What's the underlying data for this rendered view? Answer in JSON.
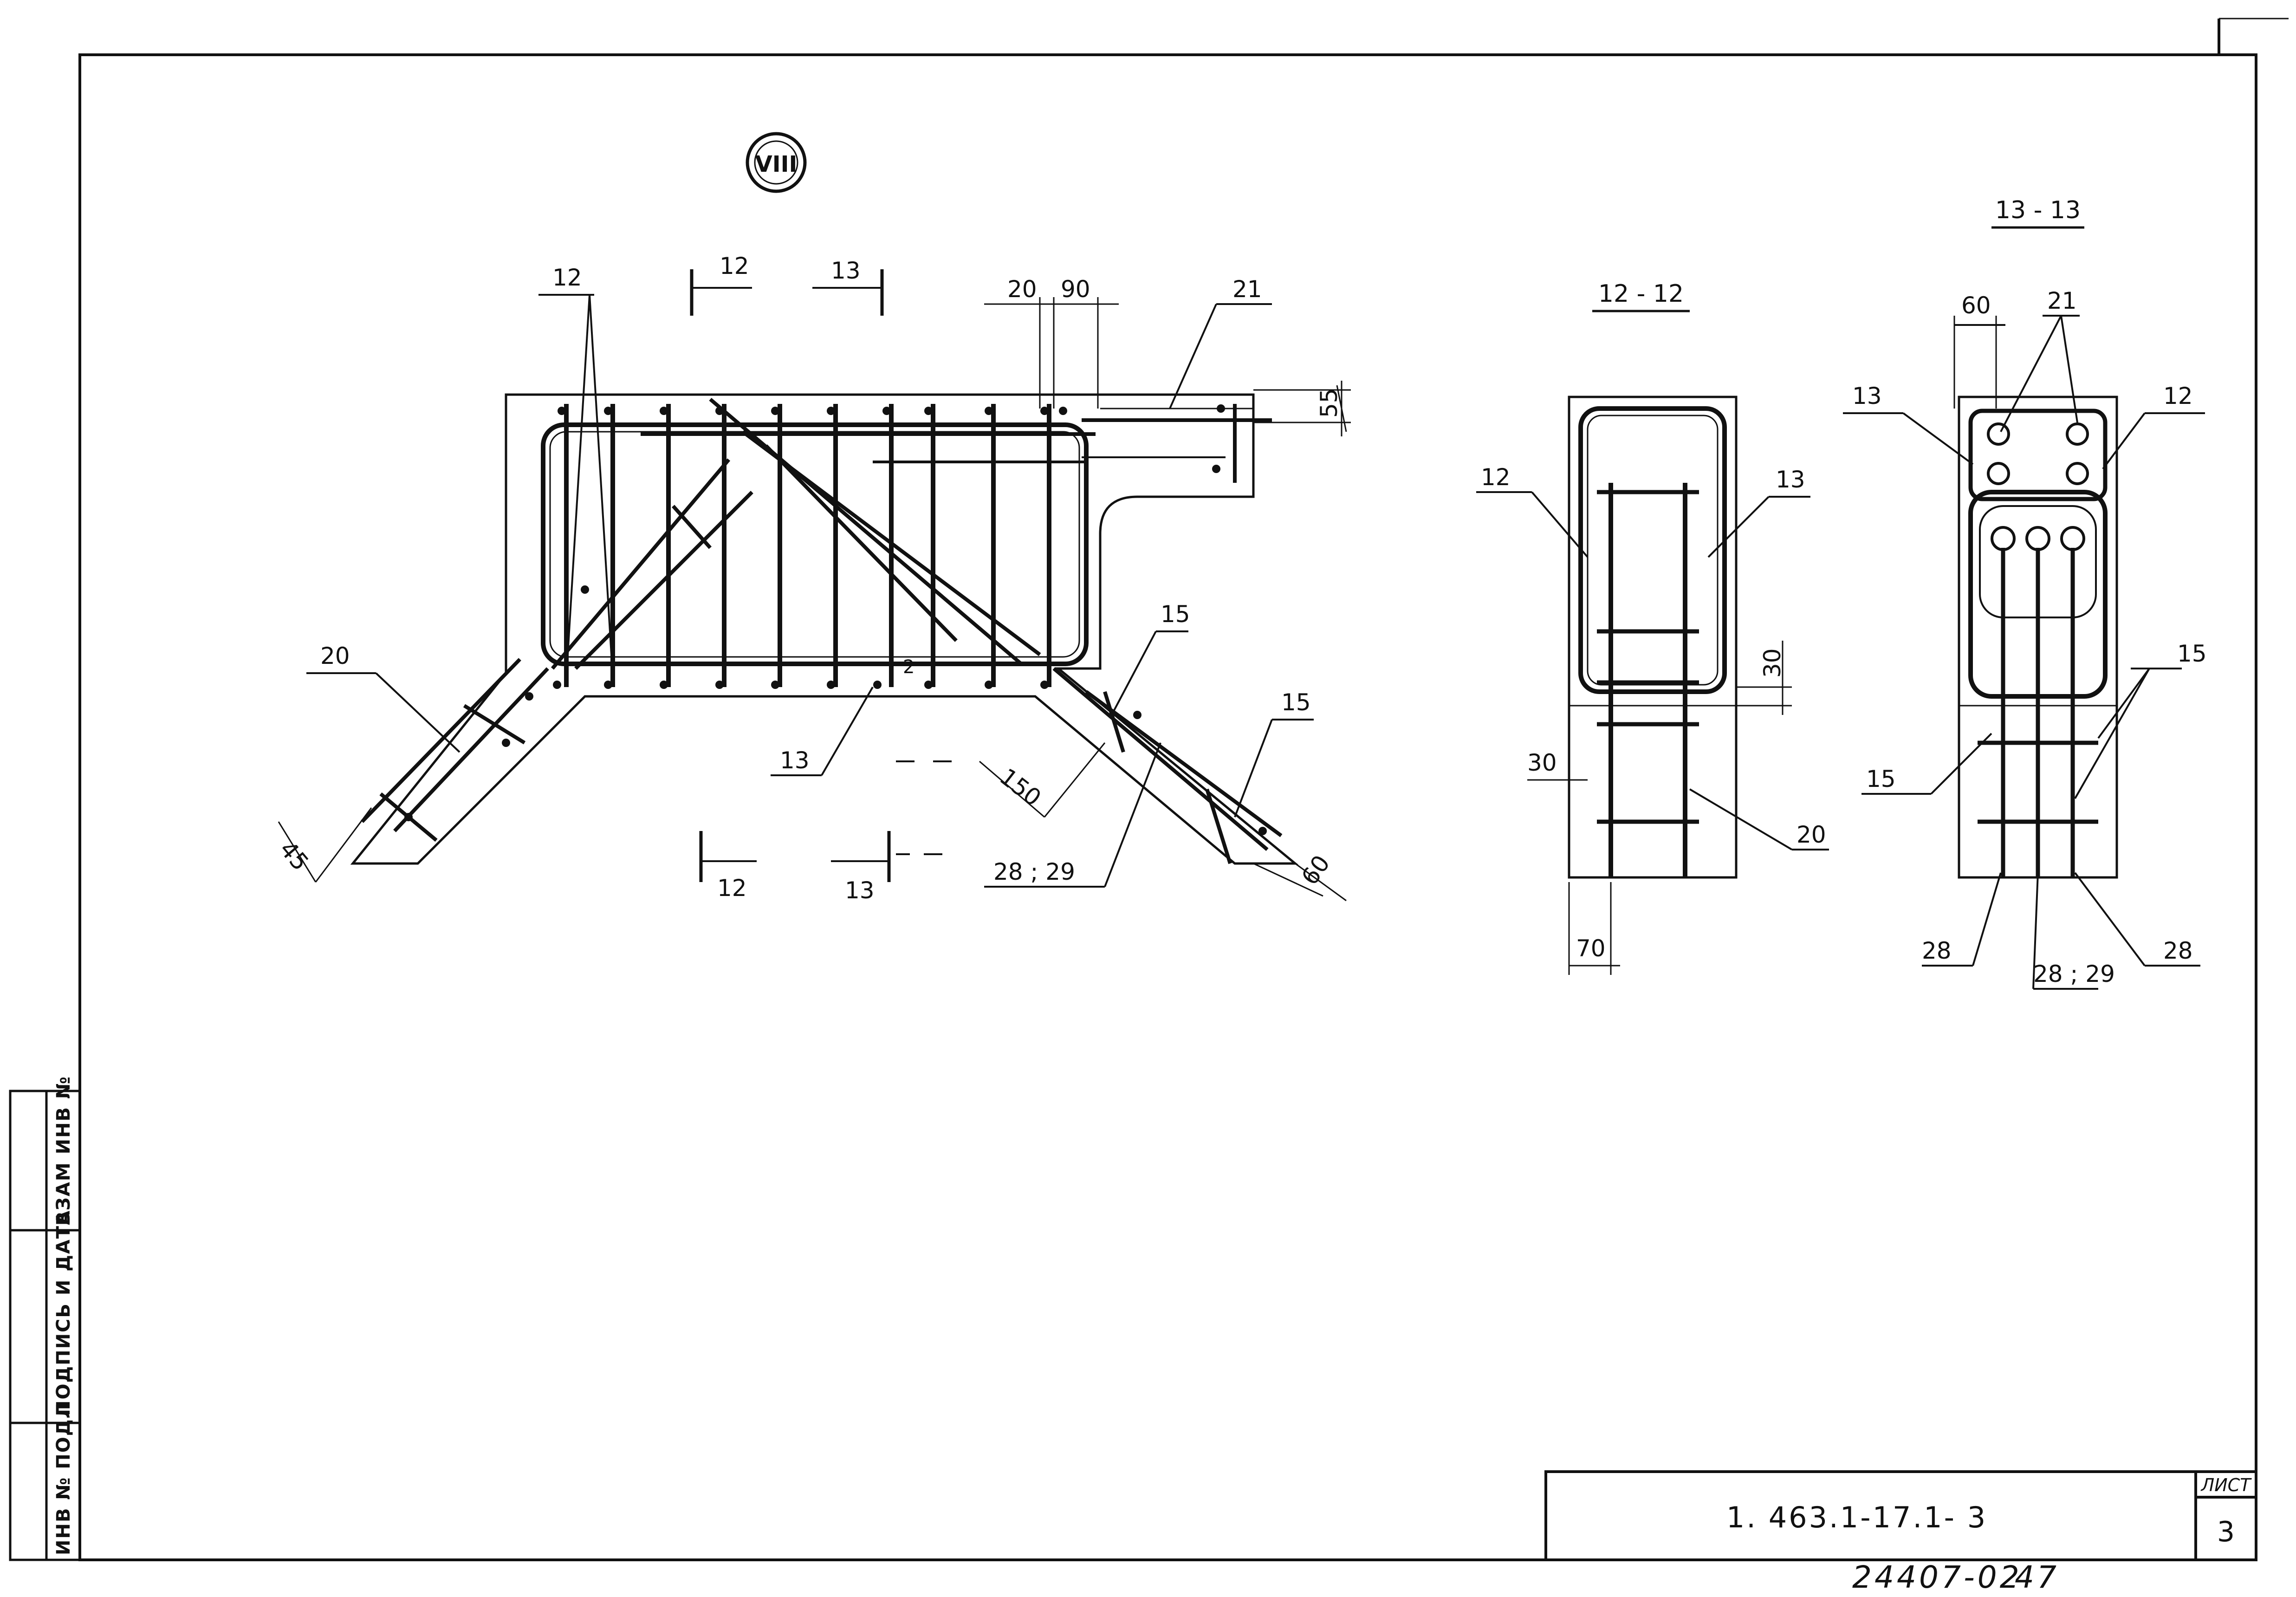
{
  "drawing": {
    "view_mark": "VIII",
    "main": {
      "labels": {
        "pos12": "12",
        "pos13": "13",
        "pos15a": "15",
        "pos15b": "15",
        "pos20": "20",
        "pos21": "21",
        "pos28_29": "28 ; 29",
        "cut12_top": "12",
        "cut13_top": "13",
        "cut12_bottom": "12",
        "cut13_bottom": "13",
        "stray": "2"
      },
      "dimensions": {
        "d20": "20",
        "d90": "90",
        "d55": "55",
        "d45": "45",
        "d150": "150",
        "d60": "60"
      }
    },
    "section_12_12": {
      "title": "12 - 12",
      "labels": {
        "pos12": "12",
        "pos13": "13",
        "pos20": "20"
      },
      "dimensions": {
        "d30_right": "30",
        "d30_left": "30",
        "d70": "70"
      }
    },
    "section_13_13": {
      "title": "13 - 13",
      "labels": {
        "pos13": "13",
        "pos21": "21",
        "pos12": "12",
        "pos15_left": "15",
        "pos15_right": "15",
        "pos28_left": "28",
        "pos28_right": "28",
        "pos28_29": "28 ; 29"
      },
      "dimensions": {
        "d60": "60"
      }
    }
  },
  "side_stamp": {
    "col1": "ИНВ № ПОДЛ",
    "col2": "ПОДПИСЬ И ДАТА",
    "col3": "ВЗАМ ИНВ №"
  },
  "title_block": {
    "code": "1. 463.1-17.1- 3",
    "sheet_label": "ЛИСТ",
    "sheet_number": "3"
  },
  "footer": {
    "archive_number": "24407-02",
    "page": "47"
  },
  "colors": {
    "ink": "#111111",
    "paper": "#ffffff"
  }
}
